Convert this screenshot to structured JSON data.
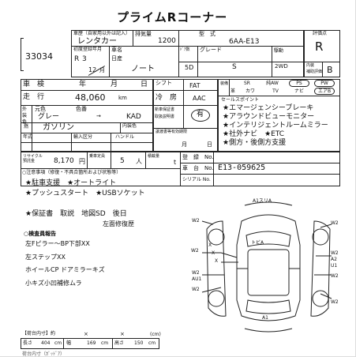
{
  "title": "プライムRコーナー",
  "header": {
    "lot_number": "33034",
    "car_history_label": "車歴（自家用以外は記入）",
    "car_history": "レンタカー",
    "displacement_label": "排気量",
    "displacement": "1200",
    "model_type_label": "型　式",
    "model_type": "6AA-E13",
    "grade_eval_label": "評価点",
    "grade_eval": "R",
    "first_reg_label": "初度登録年月",
    "first_reg_era": "R",
    "first_reg_year": "3",
    "first_reg_month": "12",
    "first_reg_unit_month": "月",
    "maker_label": "車名",
    "car_name_label": "日産",
    "car_name": "ノート",
    "doors_label": "ﾄﾞｱ数",
    "doors": "5D",
    "grade_label": "グレード",
    "grade": "S",
    "drive_label": "駆動",
    "drive": "2WD",
    "interior_label_1": "内装",
    "interior_label_2": "補助評価",
    "interior": "B"
  },
  "rows": {
    "inspection_label": "車　検",
    "year_label": "年",
    "month_label": "月",
    "day_label": "日",
    "shift_label": "シフト",
    "shift": "FAT",
    "mileage_label": "走　行",
    "mileage": "48,060",
    "mileage_unit": "km",
    "ac_label": "冷　房",
    "ac": "AAC",
    "exterior_color_label": "外装色",
    "color_label": "元色",
    "color_no_label": "色番",
    "color": "グレー",
    "color_code": "KAD",
    "manual_label": "取扱説明書",
    "record_label": "新車保証書",
    "record_status": "有",
    "fuel_label": "燃料",
    "fuel": "ガソリン",
    "interior_color_label": "内装色",
    "year2_label": "年式",
    "import_label": "輸入区分",
    "handle_label": "ハンドル",
    "reg_deadline_label": "譲渡書等有効期限",
    "month2_label": "月",
    "day2_label": "日",
    "recycle_label": "リサイクル預託金",
    "recycle_amount": "8,170",
    "recycle_unit": "円",
    "capacity_label": "乗車定員",
    "capacity": "5",
    "capacity_unit": "人",
    "load_label": "積載量",
    "load_unit": "t"
  },
  "options": {
    "row1": [
      "SR",
      "純AW",
      "PS",
      "PW"
    ],
    "row2": [
      "革",
      "カワ",
      "TV",
      "ナビ",
      "エアB"
    ]
  },
  "sales_points": {
    "label": "セールスポイント",
    "items": [
      "★エマージェンシーブレーキ",
      "★アラウンドビューモニター",
      "★インテリジェントルームミラー",
      "★社外ナビ　★ETC",
      "★側方・後側方支援"
    ]
  },
  "registration": {
    "reg_label": "登　録　No.",
    "chassis_label": "車　台　No.",
    "chassis": "E13-059625",
    "serial_label": "シリアル No."
  },
  "notes": {
    "label": "○注意事項（修復・不具合箇所および状態等）",
    "lines": [
      "★駐車支援　★オートライト",
      "★プッシュスタート　★USBソケット",
      "",
      "★保証書　取説　地図SD　後日",
      "左面修復歴"
    ],
    "inspection_label": "○検査員報告",
    "inspection_lines": [
      "左Fピラー～BP下部XX",
      "左ステップXX",
      "ホイールCP ドアミラーキズ",
      "小キズ小凹補修ムラ"
    ]
  },
  "diagram": {
    "labels": [
      "A1スリA",
      "W2",
      "W2",
      "W2",
      "X",
      "X",
      "X",
      "W2",
      "A2",
      "U1",
      "W2",
      "AU1",
      "W2",
      "W2",
      "トビA",
      "A1",
      "W2"
    ]
  },
  "footer": {
    "cargo_label": "【荷台内寸】約",
    "x1": "×",
    "x2": "×",
    "cm_label": "(cm)",
    "length_label": "長さ",
    "length": "404",
    "width_label": "幅",
    "width": "169",
    "height_label": "高さ",
    "height": "150",
    "cm": "cm",
    "bottom_cut": "荷台内寸（ｶﾞｯﾄﾞｱ）"
  }
}
